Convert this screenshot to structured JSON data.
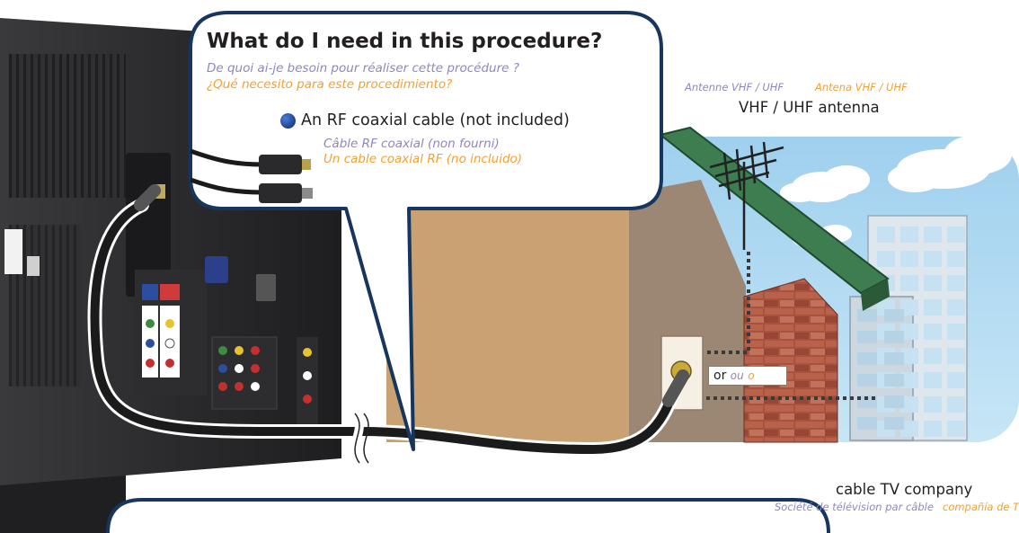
{
  "callout": {
    "title": "What do I need in this procedure?",
    "subtitle_fr": "De quoi ai-je besoin pour réaliser cette procédure ?",
    "subtitle_es": "¿Qué necesito para este procedimiento?",
    "item_label": "An RF coaxial cable (not included)",
    "item_fr": "Câble RF coaxial (non fourni)",
    "item_es": "Un cable coaxial RF (no incluido)"
  },
  "antenna": {
    "label_fr": "Antenne VHF / UHF",
    "label_es": "Antena VHF / UHF",
    "label": "VHF / UHF antenna"
  },
  "wall_outlet": {
    "or_label": "or",
    "or_fr": "ou",
    "or_es": "o"
  },
  "cable_company": {
    "label": "cable TV company",
    "label_fr": "Société de télévision par câble",
    "label_es": "compañía de T"
  },
  "colors": {
    "callout_border": "#17365d",
    "sky": "#aed6ef",
    "roof": "#3d7d4f",
    "wall": "#c9a173",
    "brick": "#a24b3a",
    "tv_body": "#2a2a2c",
    "cable": "#1b1b1b",
    "french_text": "#8f86c0",
    "spanish_text": "#f2a033"
  }
}
